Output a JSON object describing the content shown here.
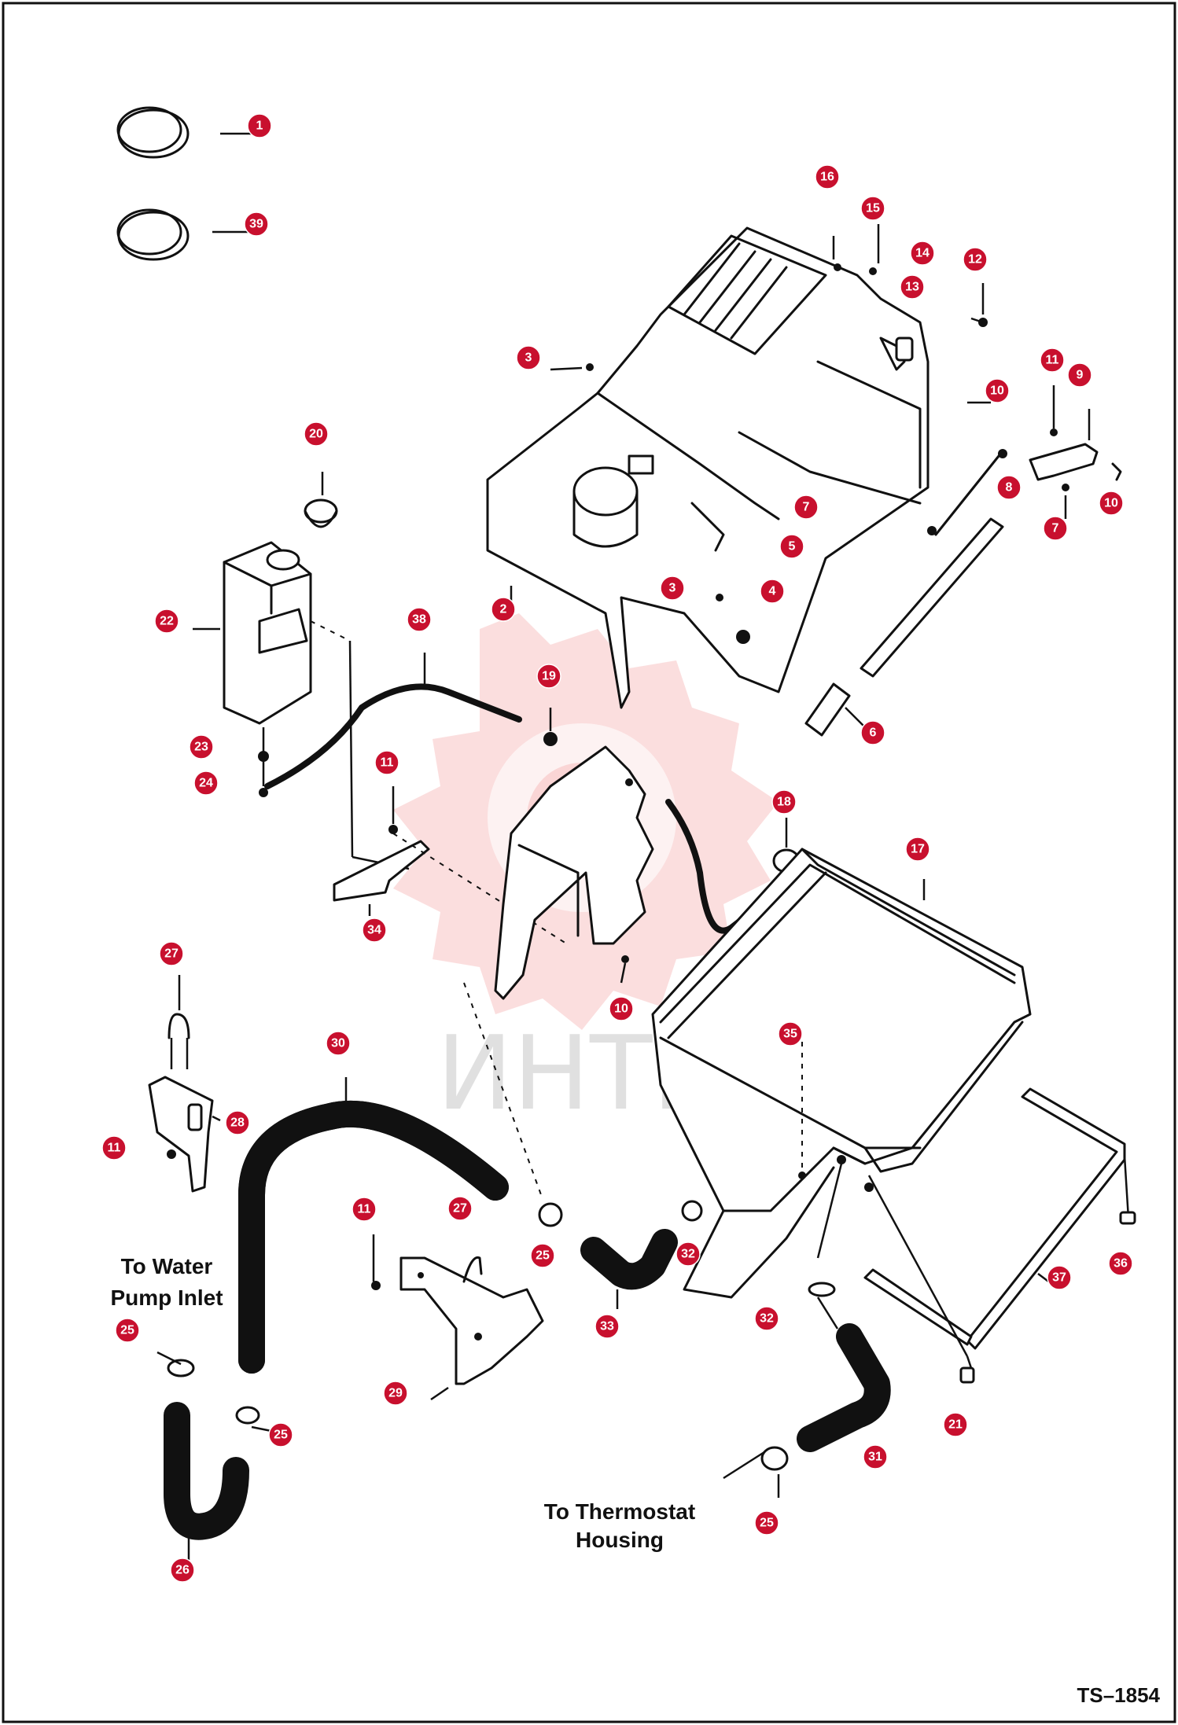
{
  "labels": {
    "water_pump_inlet_line1": "To Water",
    "water_pump_inlet_line2": "Pump Inlet",
    "thermostat_line1": "To Thermostat",
    "thermostat_line2": "Housing"
  },
  "reference": "TS–1854",
  "watermark": "ИНТЕХ",
  "callout_color": "#c8102e",
  "callouts": [
    "1",
    "39",
    "16",
    "15",
    "14",
    "12",
    "13",
    "3",
    "11",
    "9",
    "10",
    "20",
    "10",
    "8",
    "7",
    "7",
    "5",
    "3",
    "4",
    "2",
    "22",
    "38",
    "19",
    "6",
    "23",
    "24",
    "11",
    "18",
    "17",
    "34",
    "10",
    "27",
    "30",
    "35",
    "28",
    "11",
    "11",
    "27",
    "25",
    "32",
    "33",
    "25",
    "25",
    "29",
    "32",
    "37",
    "36",
    "21",
    "31",
    "26",
    "25"
  ]
}
